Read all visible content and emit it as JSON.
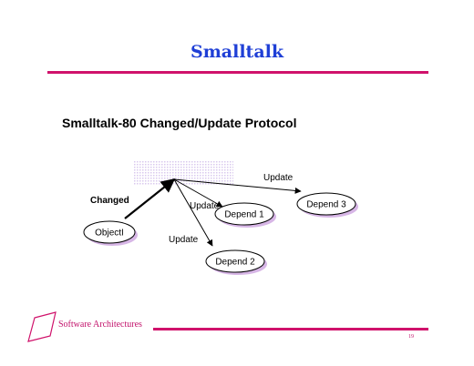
{
  "slide": {
    "title": "Smalltalk",
    "subtitle": "Smalltalk-80 Changed/Update Protocol",
    "footer": "Software Architectures",
    "page_number": "19"
  },
  "diagram": {
    "changed_label": "Changed",
    "update_labels": [
      "Update",
      "Update",
      "Update"
    ],
    "nodes": {
      "object": "ObjectI",
      "depend1": "Depend 1",
      "depend2": "Depend 2",
      "depend3": "Depend 3"
    }
  },
  "colors": {
    "title": "#1f3fd6",
    "accent": "#d0126b",
    "shadow": "#d7b6e6",
    "hatch": "#d9c9ee"
  }
}
